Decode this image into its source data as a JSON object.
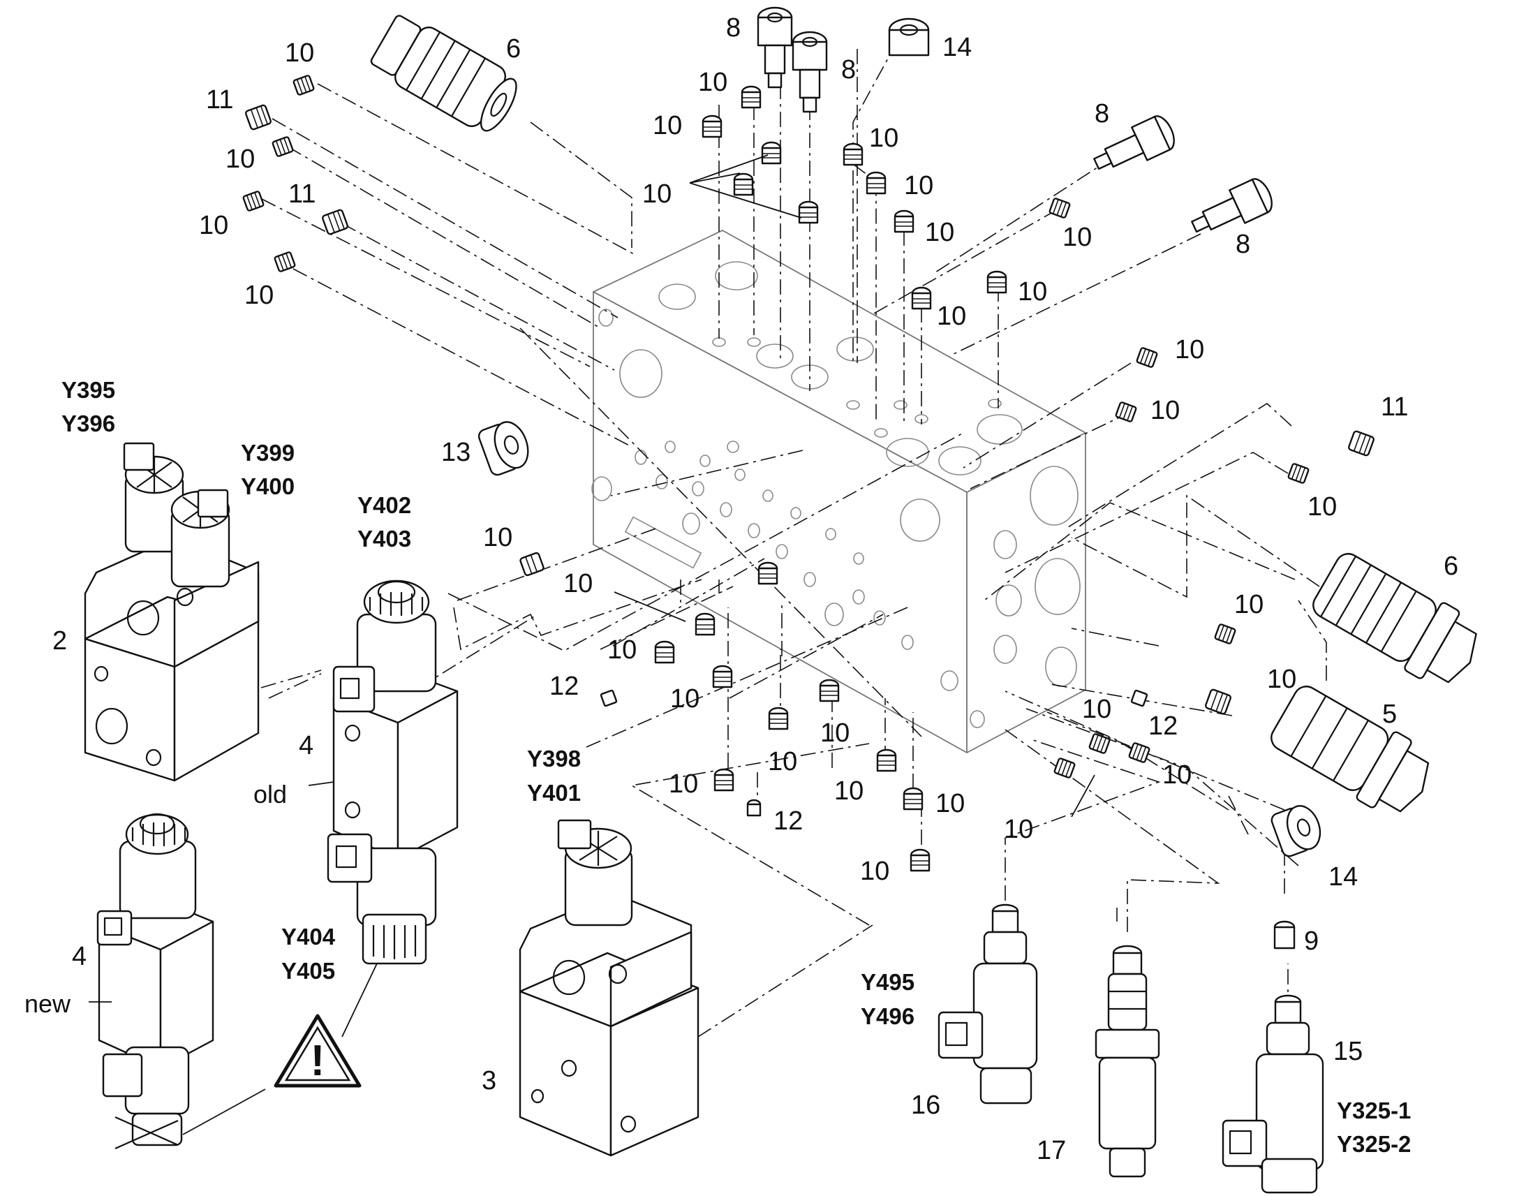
{
  "labels": {
    "item_2": "2",
    "item_3": "3",
    "item_4_old": "4",
    "item_4_new": "4",
    "item_5": "5",
    "item_6_top": "6",
    "item_6_right": "6",
    "item_8": "8",
    "item_9": "9",
    "item_10": "10",
    "item_11": "11",
    "item_12": "12",
    "item_13": "13",
    "item_14": "14",
    "item_15": "15",
    "item_16": "16",
    "item_17": "17"
  },
  "words": {
    "old": "old",
    "new": "new"
  },
  "codes": {
    "y395": "Y395",
    "y396": "Y396",
    "y399": "Y399",
    "y400": "Y400",
    "y402": "Y402",
    "y403": "Y403",
    "y404": "Y404",
    "y405": "Y405",
    "y398": "Y398",
    "y401": "Y401",
    "y495": "Y495",
    "y496": "Y496",
    "y325_1": "Y325-1",
    "y325_2": "Y325-2"
  },
  "warning_symbol": "!",
  "colors": {
    "ink": "#111111",
    "hidden_lines": "#777777",
    "background": "#ffffff"
  },
  "icons": {
    "warning": "warning-triangle-icon"
  }
}
